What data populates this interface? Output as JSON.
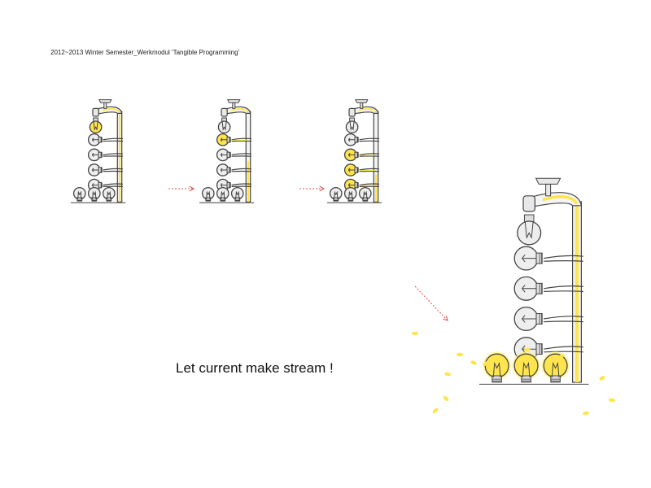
{
  "header": {
    "caption": "2012~2013 Winter Semester_Werkmodul 'Tangible Programming'"
  },
  "slogan": "Let current make stream !",
  "colors": {
    "lit": "#ffe54d",
    "lit_glow": "#fff27a",
    "bulb_off": "#eeeeee",
    "outline": "#444444",
    "arrow": "#e0504a"
  },
  "stages": [
    {
      "name": "stage-1",
      "faucet_bulb_lit": true,
      "chain_lit": [
        false,
        false,
        false,
        false
      ],
      "ground_lit": [
        false,
        false,
        false
      ],
      "pipe_lit": 1.0
    },
    {
      "name": "stage-2",
      "faucet_bulb_lit": false,
      "chain_lit": [
        true,
        false,
        false,
        false
      ],
      "ground_lit": [
        false,
        false,
        false
      ],
      "pipe_lit": 0.45
    },
    {
      "name": "stage-3",
      "faucet_bulb_lit": false,
      "chain_lit": [
        false,
        true,
        true,
        true
      ],
      "ground_lit": [
        false,
        false,
        false
      ],
      "pipe_lit": 0.3
    },
    {
      "name": "stage-4",
      "faucet_bulb_lit": false,
      "chain_lit": [
        false,
        false,
        false,
        false
      ],
      "ground_lit": [
        true,
        true,
        true
      ],
      "pipe_lit": 1.0
    }
  ]
}
